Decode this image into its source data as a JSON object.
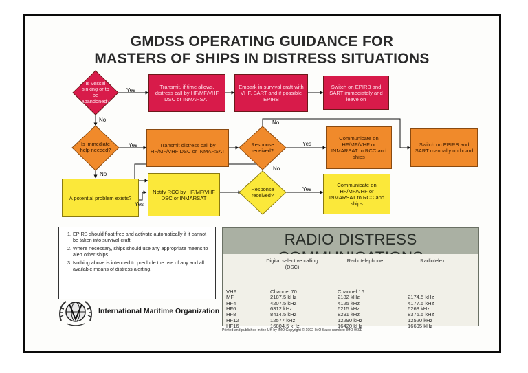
{
  "title": {
    "line1": "GMDSS OPERATING GUIDANCE FOR",
    "line2": "MASTERS OF SHIPS IN DISTRESS SITUATIONS"
  },
  "flow": {
    "q_abandon": "Is vessel sinking or to be abandoned?",
    "transmit_if_time": "Transmit, if time allows, distress call by HF/MF/VHF DSC or INMARSAT",
    "embark": "Embark in survival craft with VHF, SART and if possible EPIRB",
    "switch_epirb_leave": "Switch on EPIRB and SART immediately and leave on",
    "q_immediate": "Is immediate help needed?",
    "transmit_distress": "Transmit distress call by HF/MF/VHF DSC or INMARSAT",
    "q_response_1": "Response received?",
    "communicate_1": "Communicate on HF/MF/VHF or INMARSAT to RCC and ships",
    "switch_manual": "Switch on EPIRB and SART manually on board",
    "problem": "A potential problem exists?",
    "notify_rcc": "Notify RCC by HF/MF/VHF DSC or INMARSAT",
    "q_response_2": "Response received?",
    "communicate_2": "Communicate on HF/MF/VHF or INMARSAT to RCC and ships",
    "yes": "Yes",
    "no": "No"
  },
  "notes": [
    "EPIRB should float free and activate automatically if it cannot be taken into survival craft.",
    "Where necessary, ships should use any appropriate means to alert other ships.",
    "Nothing above is intended to preclude the use of any and all available means of distress alerting."
  ],
  "organization": "International Maritime Organization",
  "radio": {
    "title": "RADIO DISTRESS COMMUNICATIONS",
    "headers": [
      "Digital selective calling (DSC)",
      "Radiotelephone",
      "Radiotelex"
    ],
    "rows": [
      {
        "band": "VHF",
        "dsc": "Channel 70",
        "rt": "Channel 16",
        "tlx": ""
      },
      {
        "band": "MF",
        "dsc": "2187.5  kHz",
        "rt": "2182  kHz",
        "tlx": "2174.5  kHz"
      },
      {
        "band": "HF4",
        "dsc": "4207.5  kHz",
        "rt": "4125  kHz",
        "tlx": "4177.5  kHz"
      },
      {
        "band": "HF6",
        "dsc": "6312    kHz",
        "rt": "6215  kHz",
        "tlx": "6268    kHz"
      },
      {
        "band": "HF8",
        "dsc": "8414.5  kHz",
        "rt": "8291  kHz",
        "tlx": "8376.5  kHz"
      },
      {
        "band": "HF12",
        "dsc": "12577    kHz",
        "rt": "12290  kHz",
        "tlx": "12520   kHz"
      },
      {
        "band": "HF16",
        "dsc": "16804.5  kHz",
        "rt": "16420  kHz",
        "tlx": "16695   kHz"
      }
    ]
  },
  "footer": "Printed and published in the UK by IMO     Copyright © 1992 IMO     Sales number: IMO-969E",
  "colors": {
    "red": "#d81b4a",
    "orange": "#f08a2b",
    "yellow": "#fbe83a",
    "panel": "#aab0a3"
  }
}
